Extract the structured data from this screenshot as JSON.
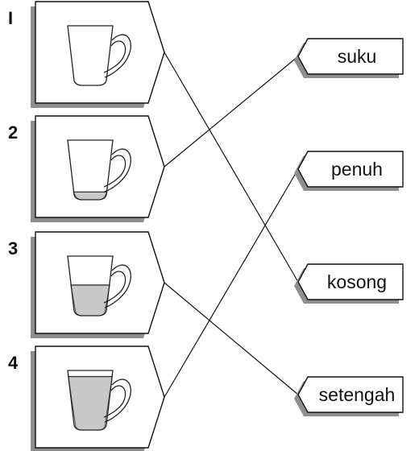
{
  "items": [
    {
      "number": "I",
      "fill": 0
    },
    {
      "number": "2",
      "fill": 0.15
    },
    {
      "number": "3",
      "fill": 0.55
    },
    {
      "number": "4",
      "fill": 0.95
    }
  ],
  "labels": [
    {
      "text": "suku"
    },
    {
      "text": "penuh"
    },
    {
      "text": "kosong"
    },
    {
      "text": "setengah"
    }
  ],
  "connections": [
    {
      "item": 0,
      "label": 2
    },
    {
      "item": 1,
      "label": 0
    },
    {
      "item": 2,
      "label": 3
    },
    {
      "item": 3,
      "label": 1
    }
  ],
  "colors": {
    "liquid": "#c8c8c8",
    "shadow": "#8e8e8e",
    "stroke": "#111111"
  }
}
